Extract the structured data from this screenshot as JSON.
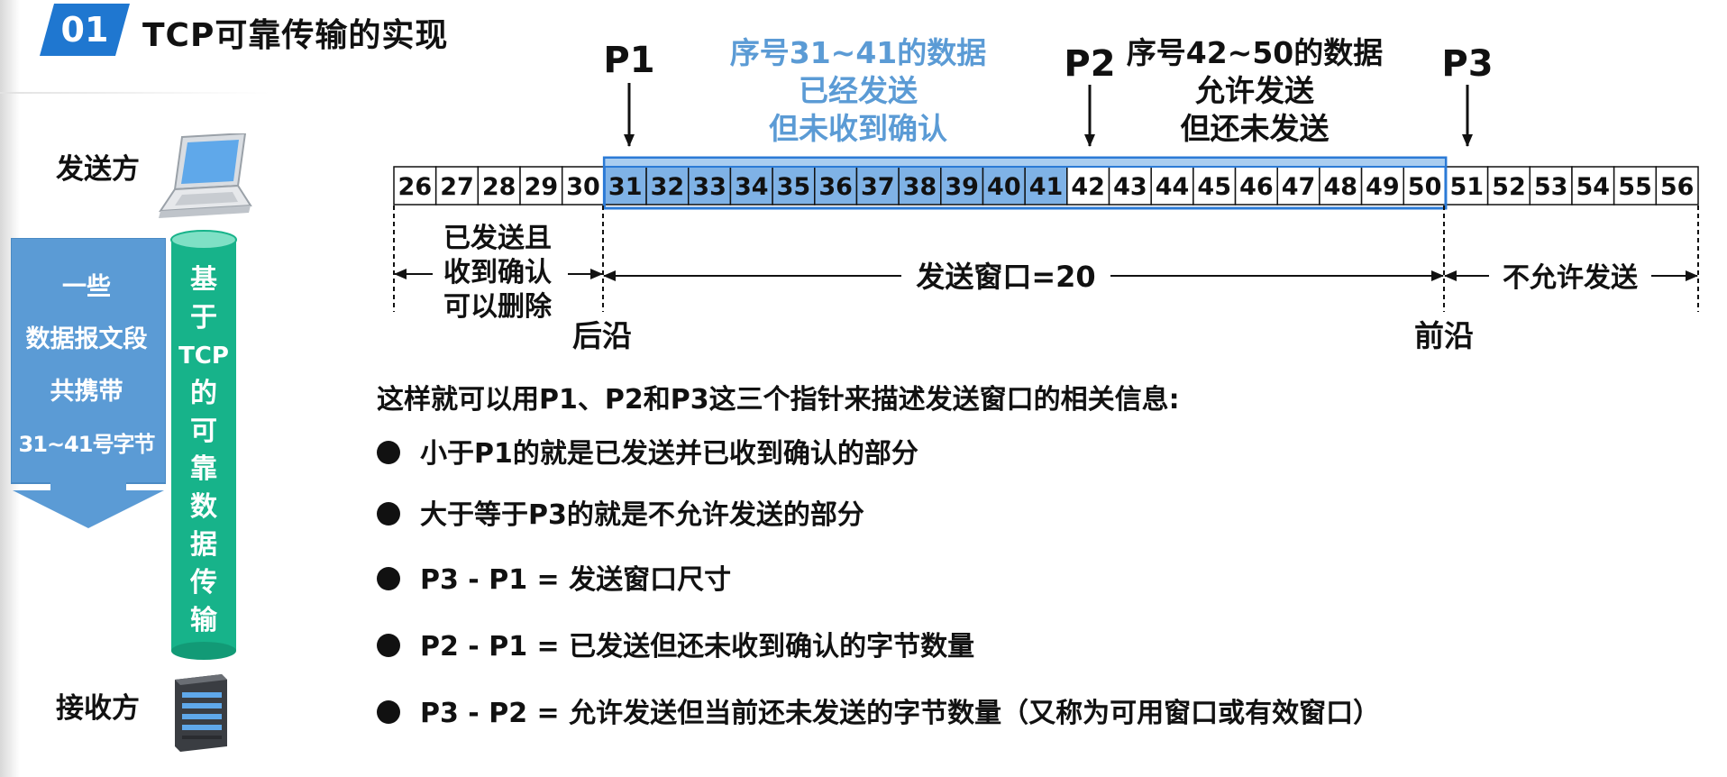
{
  "header": {
    "badge": "01",
    "title": "TCP可靠传输的实现"
  },
  "left_panel": {
    "sender_label": "发送方",
    "receiver_label": "接收方",
    "arrow_lines": [
      "一些",
      "数据报文段",
      "共携带",
      "31~41号字节"
    ],
    "cylinder_chars": [
      "基",
      "于",
      "TCP",
      "的",
      "可",
      "靠",
      "数",
      "据",
      "传",
      "输"
    ]
  },
  "diagram": {
    "pointers": [
      "P1",
      "P2",
      "P3"
    ],
    "sent_unacked_lines": [
      "序号31~41的数据",
      "已经发送",
      "但未收到确认"
    ],
    "allowed_unsent_lines": [
      "序号42~50的数据",
      "允许发送",
      "但还未发送"
    ],
    "cells": [
      "26",
      "27",
      "28",
      "29",
      "30",
      "31",
      "32",
      "33",
      "34",
      "35",
      "36",
      "37",
      "38",
      "39",
      "40",
      "41",
      "42",
      "43",
      "44",
      "45",
      "46",
      "47",
      "48",
      "49",
      "50",
      "51",
      "52",
      "53",
      "54",
      "55",
      "56"
    ],
    "left_region_lines": [
      "已发送且",
      "收到确认",
      "可以删除"
    ],
    "window_label": "发送窗口=20",
    "right_region_label": "不允许发送",
    "trailing_edge": "后沿",
    "leading_edge": "前沿"
  },
  "explanation": {
    "intro": "这样就可以用P1、P2和P3这三个指针来描述发送窗口的相关信息:",
    "bullets": [
      "小于P1的就是已发送并已收到确认的部分",
      "大于等于P3的就是不允许发送的部分",
      "P3 - P1 = 发送窗口尺寸",
      "P2 - P1 = 已发送但还未收到确认的字节数量",
      "P3 - P2 = 允许发送但当前还未发送的字节数量（又称为可用窗口或有效窗口）"
    ]
  },
  "colors": {
    "badge": "#1f77d0",
    "sent_unacked_fill": "#7fb2e6",
    "window_border": "#2b7ad6",
    "sent_unacked_text": "#5b9bd5",
    "arrow_blue": "#5b9bd5",
    "cylinder_green": "#17b38a"
  }
}
